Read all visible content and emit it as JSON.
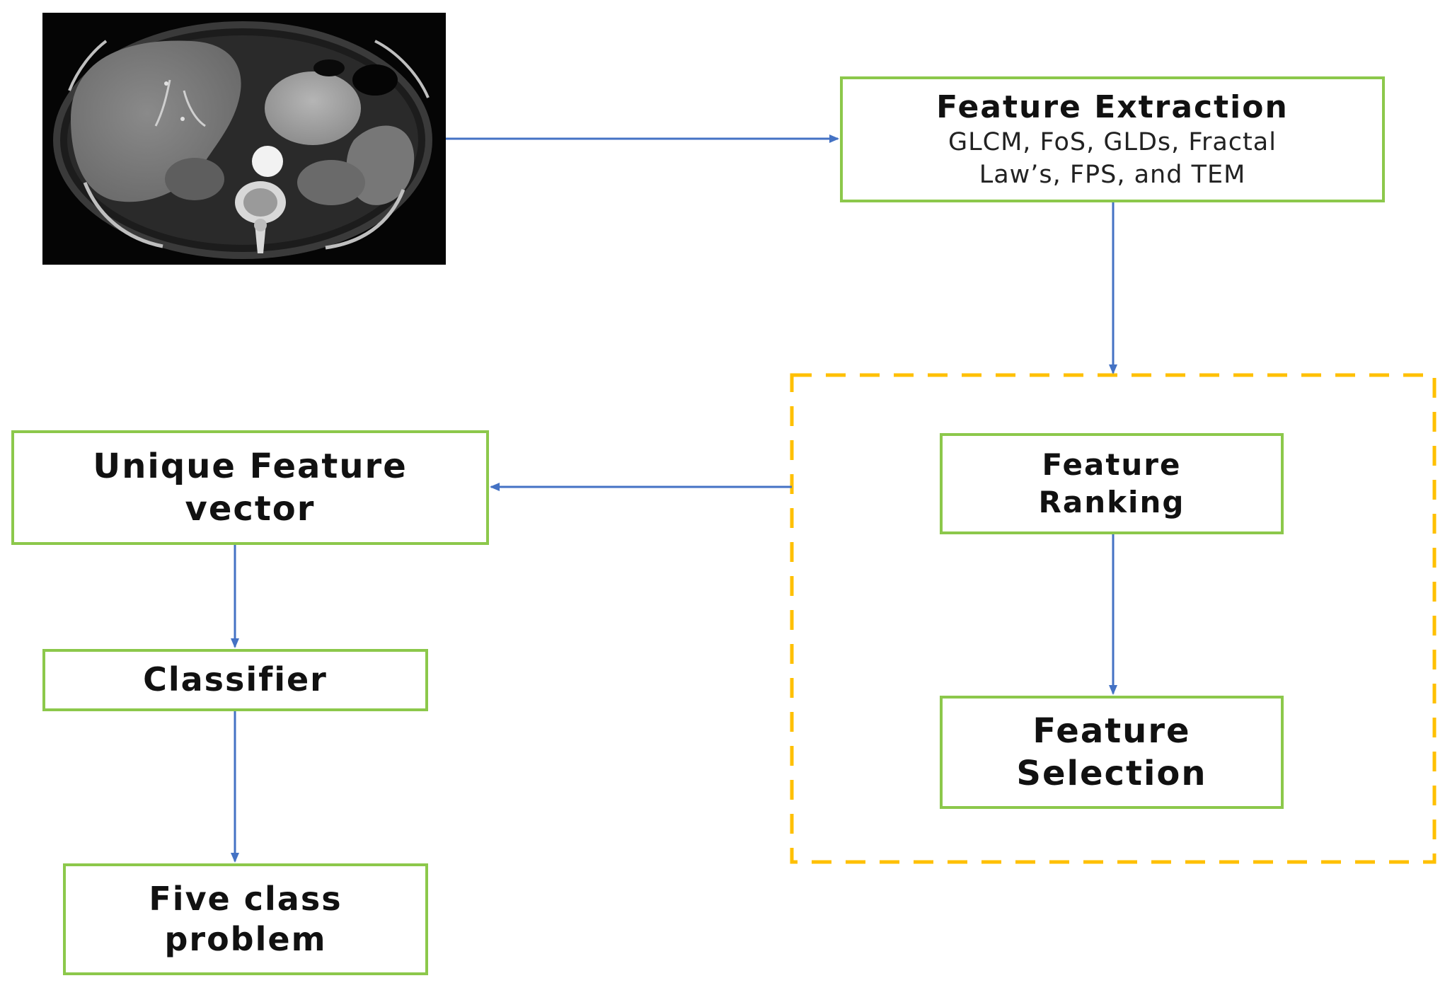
{
  "diagram": {
    "colors": {
      "box_border": "#8cc84b",
      "arrow": "#4472c4",
      "group_border": "#ffc000"
    },
    "image": {
      "description_icon": "ct-scan-image"
    },
    "boxes": {
      "feature_extraction": {
        "title": "Feature Extraction",
        "line1": "GLCM, FoS, GLDs, Fractal",
        "line2": "Law’s, FPS, and TEM"
      },
      "feature_ranking": {
        "line1": "Feature",
        "line2": "Ranking"
      },
      "feature_selection": {
        "line1": "Feature",
        "line2": "Selection"
      },
      "unique_vector": {
        "line1": "Unique Feature",
        "line2": "vector"
      },
      "classifier": {
        "title": "Classifier"
      },
      "five_class": {
        "line1": "Five class",
        "line2": "problem"
      }
    }
  }
}
